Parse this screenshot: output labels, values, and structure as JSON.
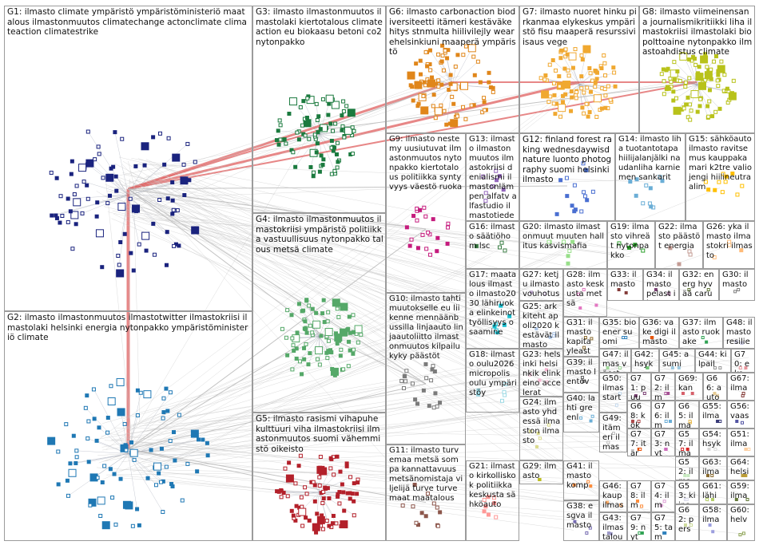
{
  "groups": [
    {
      "id": "G1",
      "label": "G1: ilmasto climate ympäristö ympäristöministeriö maatalous ilmastonmuutos climatechange actonclimate climateaction climatestrike",
      "color": "#1a237e"
    },
    {
      "id": "G2",
      "label": "G2: ilmasto ilmastonmuutos ilmastotwitter ilmastokriisi ilmastolaki helsinki energia nytonpakko ympäristöministeriö climate",
      "color": "#1f78b4"
    },
    {
      "id": "G3",
      "label": "G3: ilmasto ilmastonmuutos ilmastolaki kiertotalous climateaction eu biokaasu betoni co2 nytonpakko",
      "color": "#1b7a3e"
    },
    {
      "id": "G4",
      "label": "G4: ilmasto ilmastonmuutos ilmastokriisi ympäristö politiikka vastuullisuus nytonpakko talous metsä climate",
      "color": "#55a868"
    },
    {
      "id": "G5",
      "label": "G5: ilmasto rasismi vihapuhe kulttuuri viha ilmastokriisi ilmastonmuutos suomi vähemmistö oikeisto",
      "color": "#b3202a"
    },
    {
      "id": "G6",
      "label": "G6: ilmasto carbonaction biodiversiteetti itämeri kestäväkehitys stnmulta hiilivilejly wearehelsinkiuni maaperä ympäristö",
      "color": "#e0861a"
    },
    {
      "id": "G7",
      "label": "G7: ilmasto nuoret hinku pirkanmaa elykeskus ympäristö fisu maaperä resurssiviisaus vege",
      "color": "#f0a830"
    },
    {
      "id": "G8",
      "label": "G8: ilmasto viimeinensana journalismikritiikki liha ilmastokriisi ilmastolaki biopolttoaine nytonpakko ilmastoahdistus climate",
      "color": "#b8c21a"
    },
    {
      "id": "G9",
      "label": "G9: ilmasto nestemy uusiutuvat ilmastonmuutos nytonpakko kiertotalous politiikka syntyvyys väestö ruoka",
      "color": "#c51b7d"
    },
    {
      "id": "G10",
      "label": "G10: ilmasto tahtimuutokselle eu liikenne mennäänbussilla linjaauto linjaautoliitto ilmastonmuutos kilpailukyky päästöt",
      "color": "#7b7b7b"
    },
    {
      "id": "G11",
      "label": "G11: ilmasto turvemaa metsä sompa kannattavuus metsänomistaja viljelijä turve turvemaat maatalous",
      "color": "#8c564b"
    },
    {
      "id": "G12",
      "label": "G12: finland forest raking wednesdaywisd nature luonto photography suomi helsinki ilmasto",
      "color": "#4a6fd1"
    },
    {
      "id": "G13",
      "label": "G13: ilmasto ilmastonmuutos ilmastokriisi denialismi ilmastonlämpen alfatv alfastudio ilmastotiede",
      "color": "#9467bd"
    },
    {
      "id": "G14",
      "label": "G14: ilmasto liha tuotantotapa hiilijalanjälki naudanliha karniemen sankarit",
      "color": "#6baed6"
    },
    {
      "id": "G15",
      "label": "G15: sähköauto ilmasto ravitsemus kauppakamari k2tre valiojengi hiilineutraalim",
      "color": "#ffbf00"
    },
    {
      "id": "G16",
      "label": "G16: ilmasto säätiöhom lsc",
      "color": "#3a7d44"
    },
    {
      "id": "G17",
      "label": "G17: maatalous ilmasto ilmasto2030 lähiruoka elinkeinot työllisyys osaamine",
      "color": "#17becf"
    },
    {
      "id": "G18",
      "label": "G18: ilmasto oulu2026 micropolis oulu ympäristöy",
      "color": "#9edae5"
    },
    {
      "id": "G19",
      "label": "G19: ilmasto vihreät nytonpakko",
      "color": "#2ca02c"
    },
    {
      "id": "G20",
      "label": "G20: ilmasto ilmastonmuut muuten hallitus kasvismafia",
      "color": "#98df8a"
    },
    {
      "id": "G21",
      "label": "G21: ilmasto kirkolliskok politiikka keskusta sähköauto",
      "color": "#ff9896"
    },
    {
      "id": "G22",
      "label": "G22: ilmasto päästöt energia",
      "color": "#c49c94"
    },
    {
      "id": "G23",
      "label": "G23: helsinki helsinkik elinkeino accelerat",
      "color": "#f7b6d2"
    },
    {
      "id": "G24",
      "label": "G24: ilmasto yhdessä ilmaston ilmasto",
      "color": "#dbdb8d"
    },
    {
      "id": "G25",
      "label": "G25: arkkiteht apoll2020 kestävät ilmasto",
      "color": "#aec7e8"
    },
    {
      "id": "G26",
      "label": "G26: yka ilmasto ilmastokri ilmasto",
      "color": "#ffbb78"
    },
    {
      "id": "G27",
      "label": "G27: ketju ilmasto vouhotus",
      "color": "#c5b0d5"
    },
    {
      "id": "G28",
      "label": "G28: ilmasto keskusta metsä",
      "color": "#e377c2"
    },
    {
      "id": "G29",
      "label": "G29: ilmasto",
      "color": "#bcbd22"
    },
    {
      "id": "G30",
      "label": "G30: ilmasto",
      "color": "#7f7f7f"
    },
    {
      "id": "G31",
      "label": "G31: ilmasto kapita yleast",
      "color": "#8c6d31"
    },
    {
      "id": "G32",
      "label": "G32: energ hyvää caruna",
      "color": "#637939"
    },
    {
      "id": "G33",
      "label": "G33: ilmasto",
      "color": "#843c39"
    },
    {
      "id": "G34",
      "label": "G34: ilmasto pelast ilmasto",
      "color": "#7b4173"
    },
    {
      "id": "G35",
      "label": "G35: bioener suomi",
      "color": "#3182bd"
    },
    {
      "id": "G36",
      "label": "G36: vake digi ilmasto",
      "color": "#e6550d"
    },
    {
      "id": "G37",
      "label": "G37: ilmasto ruokake",
      "color": "#31a354"
    },
    {
      "id": "G38",
      "label": "G38: esgva ilmasto",
      "color": "#756bb1"
    },
    {
      "id": "G39",
      "label": "G39: ilmasto lentov",
      "color": "#636363"
    },
    {
      "id": "G40",
      "label": "G40: lahti greenl",
      "color": "#6baed6"
    },
    {
      "id": "G41",
      "label": "G41: ilmasto komp",
      "color": "#fd8d3c"
    },
    {
      "id": "G42",
      "label": "G42: hsyk",
      "color": "#74c476"
    },
    {
      "id": "G43",
      "label": "G43: ilmas talous",
      "color": "#9e9ac8"
    },
    {
      "id": "G44",
      "label": "G44: kilpail",
      "color": "#969696"
    },
    {
      "id": "G45",
      "label": "G45: asumi",
      "color": "#9ecae1"
    },
    {
      "id": "G46",
      "label": "G46: kaup ilmas",
      "color": "#fdae6b"
    },
    {
      "id": "G47",
      "label": "G47: ilmas väest",
      "color": "#a1d99b"
    },
    {
      "id": "G48",
      "label": "G48: ilmasto resilie",
      "color": "#bcbddc"
    },
    {
      "id": "G49",
      "label": "G49: itämeri ilmas",
      "color": "#bdbdbd"
    },
    {
      "id": "G50",
      "label": "G50: ilmas start",
      "color": "#c6dbef"
    },
    {
      "id": "G51",
      "label": "G51: ilma",
      "color": "#fdd0a2"
    },
    {
      "id": "G52",
      "label": "G52: ilma",
      "color": "#c7e9c0"
    },
    {
      "id": "G53",
      "label": "G53: kiina",
      "color": "#dadaeb"
    },
    {
      "id": "G54",
      "label": "G54: hsyk",
      "color": "#d9d9d9"
    },
    {
      "id": "G55",
      "label": "G55: ilma",
      "color": "#393b79"
    },
    {
      "id": "G56",
      "label": "G56: vaas",
      "color": "#5254a3"
    },
    {
      "id": "G57",
      "label": "G57: ilma",
      "color": "#d62728"
    },
    {
      "id": "G58",
      "label": "G58: ilma",
      "color": "#9c9ede"
    },
    {
      "id": "G59",
      "label": "G59: ilma",
      "color": "#637939"
    },
    {
      "id": "G60",
      "label": "G60: helv",
      "color": "#8ca252"
    },
    {
      "id": "G61",
      "label": "G61: lähi",
      "color": "#b5cf6b"
    },
    {
      "id": "G62",
      "label": "G62: pers",
      "color": "#cedb9c"
    },
    {
      "id": "G63",
      "label": "G63: ilma",
      "color": "#8c6d31"
    },
    {
      "id": "G64",
      "label": "G64: helsi",
      "color": "#bd9e39"
    },
    {
      "id": "G65",
      "label": "G65: ilma",
      "color": "#e7ba52"
    },
    {
      "id": "G66",
      "label": "G66: auto",
      "color": "#e7cb94"
    },
    {
      "id": "G67",
      "label": "G67: ilma",
      "color": "#843c39"
    },
    {
      "id": "G68",
      "label": "G68: kok",
      "color": "#ad494a"
    },
    {
      "id": "G69",
      "label": "G69: kan",
      "color": "#d6616b"
    },
    {
      "id": "G70",
      "label": "G70: eko",
      "color": "#e7969c"
    },
    {
      "id": "G71",
      "label": "G71: puu",
      "color": "#7b4173"
    },
    {
      "id": "G72",
      "label": "G72: ilm",
      "color": "#a55194"
    },
    {
      "id": "G73",
      "label": "G73: nyt",
      "color": "#ce6dbd"
    },
    {
      "id": "G74",
      "label": "G74: ilm",
      "color": "#de9ed6"
    },
    {
      "id": "G75",
      "label": "G75: tam",
      "color": "#3182bd"
    },
    {
      "id": "G76",
      "label": "G76: ilm",
      "color": "#6baed6"
    },
    {
      "id": "G77",
      "label": "G77: itär",
      "color": "#e6550d"
    },
    {
      "id": "G78",
      "label": "G78: ilm",
      "color": "#fd8d3c"
    },
    {
      "id": "G79",
      "label": "G79: nyt",
      "color": "#31a354"
    }
  ]
}
